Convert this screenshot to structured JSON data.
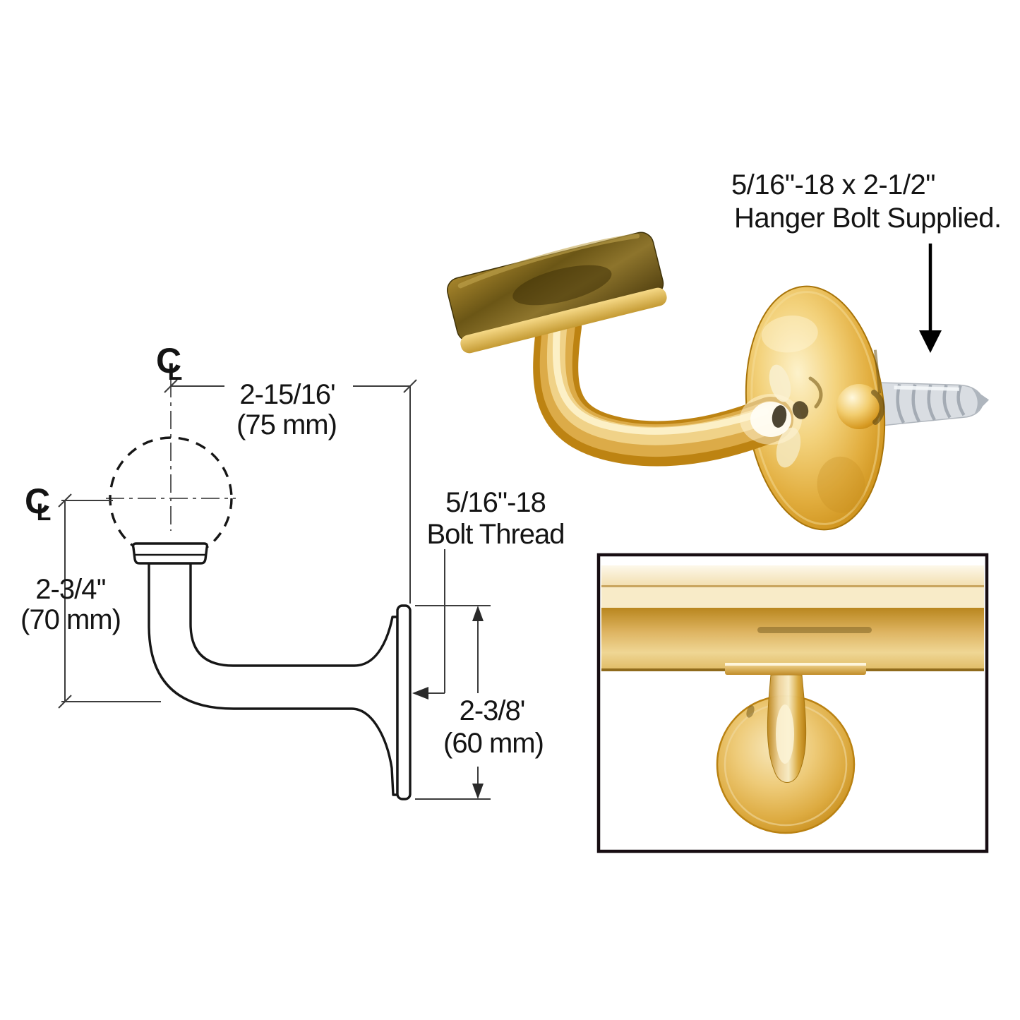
{
  "figure_type": "handrail-bracket-technical-diagram",
  "page": {
    "background": "#ffffff"
  },
  "drawing": {
    "centerline_top": {
      "c": "C",
      "l": "L"
    },
    "centerline_left": {
      "c": "C",
      "l": "L"
    },
    "dim_width": {
      "inches": "2-15/16'",
      "mm": "(75 mm)"
    },
    "dim_height": {
      "inches": "2-3/4''",
      "mm": "(70 mm)"
    },
    "dim_plate": {
      "inches": "2-3/8'",
      "mm": "(60 mm)"
    },
    "bolt_thread": {
      "line1": "5/16\"-18",
      "line2": "Bolt Thread"
    }
  },
  "photo": {
    "note": {
      "line1": "5/16\"-18 x 2-1/2\"",
      "line2": "Hanger Bolt Supplied."
    }
  },
  "colors": {
    "line": "#161616",
    "dim_line": "#3c3c3c",
    "brass_deep": "#b97c10",
    "brass_mid": "#e3b457",
    "brass_light": "#f8e8bd",
    "bolt_gray": "#d6dade",
    "inset_border": "#170d12"
  }
}
